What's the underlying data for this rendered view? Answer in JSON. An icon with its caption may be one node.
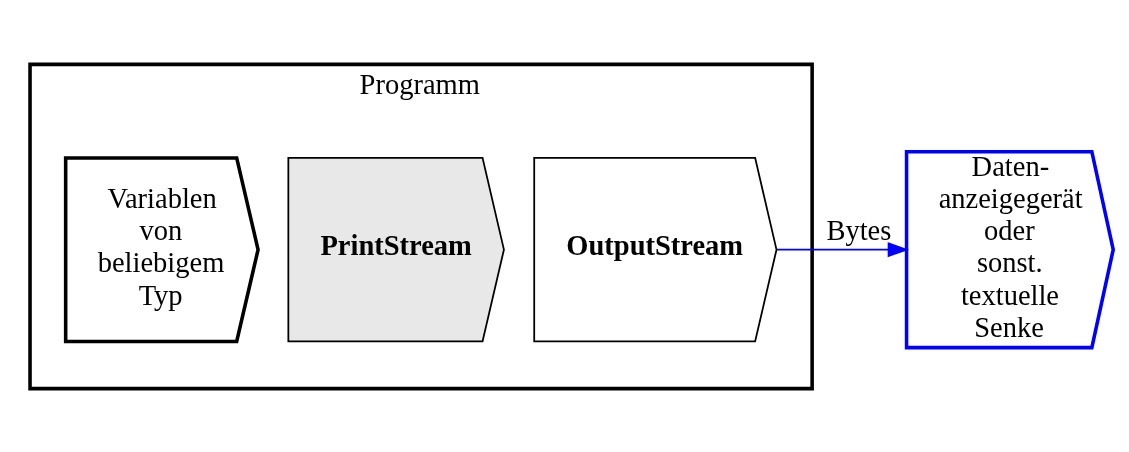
{
  "diagram": {
    "nodes": [
      {
        "text": [
          "Programm"
        ]
      },
      {
        "text": [
          "Variablen von beliebigem Typ"
        ],
        "in": 0
      },
      {
        "text": [
          "PrintStream"
        ],
        "in": 0
      },
      {
        "text": [
          "OutputStream"
        ],
        "in": 0
      },
      {
        "text": [
          "Daten- anzeigegerät oder sonst. textuelle Senke"
        ]
      }
    ],
    "edges": [
      {
        "from": 3,
        "to": 4,
        "arrow": "to",
        "label": "Bytes",
        "color": "#0000ff"
      }
    ]
  }
}
